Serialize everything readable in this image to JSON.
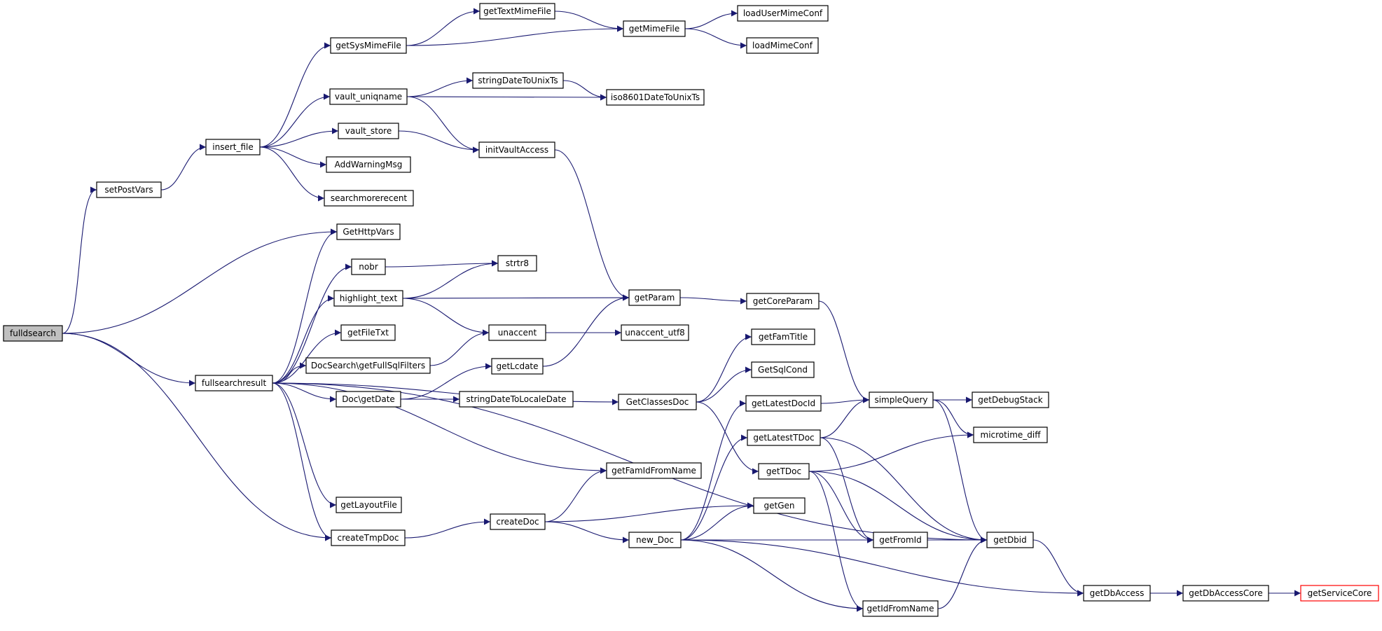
{
  "colors": {
    "edge": "#191970",
    "root_fill": "#bfbfbf",
    "external_border": "#ff0000"
  },
  "nodes": {
    "fulldsearch": "fulldsearch",
    "setPostVars": "setPostVars",
    "insert_file": "insert_file",
    "getSysMimeFile": "getSysMimeFile",
    "getTextMimeFile": "getTextMimeFile",
    "getMimeFile": "getMimeFile",
    "loadUserMimeConf": "loadUserMimeConf",
    "loadMimeConf": "loadMimeConf",
    "vault_uniqname": "vault_uniqname",
    "stringDateToUnixTs": "stringDateToUnixTs",
    "iso8601DateToUnixTs": "iso8601DateToUnixTs",
    "vault_store": "vault_store",
    "initVaultAccess": "initVaultAccess",
    "AddWarningMsg": "AddWarningMsg",
    "searchmorerecent": "searchmorerecent",
    "GetHttpVars": "GetHttpVars",
    "nobr": "nobr",
    "strtr8": "strtr8",
    "highlight_text": "highlight_text",
    "getParam": "getParam",
    "getCoreParam": "getCoreParam",
    "getFileTxt": "getFileTxt",
    "unaccent": "unaccent",
    "unaccent_utf8": "unaccent_utf8",
    "DocSearch_getFullSqlFilters": "DocSearch\\getFullSqlFilters",
    "getLcdate": "getLcdate",
    "fullsearchresult": "fullsearchresult",
    "Doc_getDate": "Doc\\getDate",
    "stringDateToLocaleDate": "stringDateToLocaleDate",
    "getFamTitle": "getFamTitle",
    "GetSqlCond": "GetSqlCond",
    "GetClassesDoc": "GetClassesDoc",
    "getLatestDocId": "getLatestDocId",
    "simpleQuery": "simpleQuery",
    "getDebugStack": "getDebugStack",
    "getLatestTDoc": "getLatestTDoc",
    "microtime_diff": "microtime_diff",
    "getFamIdFromName": "getFamIdFromName",
    "getTDoc": "getTDoc",
    "getLayoutFile": "getLayoutFile",
    "getGen": "getGen",
    "createDoc": "createDoc",
    "createTmpDoc": "createTmpDoc",
    "new_Doc": "new_Doc",
    "getFromId": "getFromId",
    "getDbid": "getDbid",
    "getDbAccess": "getDbAccess",
    "getDbAccessCore": "getDbAccessCore",
    "getServiceCore": "getServiceCore",
    "getIdFromName": "getIdFromName"
  },
  "edges": [
    [
      "fulldsearch",
      "setPostVars"
    ],
    [
      "fulldsearch",
      "GetHttpVars"
    ],
    [
      "fulldsearch",
      "fullsearchresult"
    ],
    [
      "fulldsearch",
      "createTmpDoc"
    ],
    [
      "setPostVars",
      "insert_file"
    ],
    [
      "insert_file",
      "getSysMimeFile"
    ],
    [
      "insert_file",
      "vault_uniqname"
    ],
    [
      "insert_file",
      "vault_store"
    ],
    [
      "insert_file",
      "AddWarningMsg"
    ],
    [
      "insert_file",
      "searchmorerecent"
    ],
    [
      "getSysMimeFile",
      "getTextMimeFile"
    ],
    [
      "getSysMimeFile",
      "getMimeFile"
    ],
    [
      "getTextMimeFile",
      "getMimeFile"
    ],
    [
      "getMimeFile",
      "loadUserMimeConf"
    ],
    [
      "getMimeFile",
      "loadMimeConf"
    ],
    [
      "vault_uniqname",
      "stringDateToUnixTs"
    ],
    [
      "vault_uniqname",
      "iso8601DateToUnixTs"
    ],
    [
      "vault_uniqname",
      "initVaultAccess"
    ],
    [
      "stringDateToUnixTs",
      "iso8601DateToUnixTs"
    ],
    [
      "vault_store",
      "initVaultAccess"
    ],
    [
      "initVaultAccess",
      "getParam"
    ],
    [
      "fullsearchresult",
      "GetHttpVars"
    ],
    [
      "fullsearchresult",
      "nobr"
    ],
    [
      "fullsearchresult",
      "highlight_text"
    ],
    [
      "fullsearchresult",
      "getFileTxt"
    ],
    [
      "fullsearchresult",
      "DocSearch_getFullSqlFilters"
    ],
    [
      "fullsearchresult",
      "Doc_getDate"
    ],
    [
      "fullsearchresult",
      "GetClassesDoc"
    ],
    [
      "fullsearchresult",
      "getFamIdFromName"
    ],
    [
      "fullsearchresult",
      "getLayoutFile"
    ],
    [
      "fullsearchresult",
      "createTmpDoc"
    ],
    [
      "fullsearchresult",
      "getDbid"
    ],
    [
      "nobr",
      "strtr8"
    ],
    [
      "highlight_text",
      "strtr8"
    ],
    [
      "highlight_text",
      "getParam"
    ],
    [
      "highlight_text",
      "unaccent"
    ],
    [
      "DocSearch_getFullSqlFilters",
      "unaccent"
    ],
    [
      "unaccent",
      "unaccent_utf8"
    ],
    [
      "getParam",
      "getCoreParam"
    ],
    [
      "getCoreParam",
      "simpleQuery"
    ],
    [
      "Doc_getDate",
      "getLcdate"
    ],
    [
      "Doc_getDate",
      "stringDateToLocaleDate"
    ],
    [
      "getLcdate",
      "getParam"
    ],
    [
      "GetClassesDoc",
      "getFamTitle"
    ],
    [
      "GetClassesDoc",
      "GetSqlCond"
    ],
    [
      "GetClassesDoc",
      "getTDoc"
    ],
    [
      "getLatestDocId",
      "simpleQuery"
    ],
    [
      "getLatestTDoc",
      "simpleQuery"
    ],
    [
      "getLatestTDoc",
      "getFromId"
    ],
    [
      "getLatestTDoc",
      "getDbid"
    ],
    [
      "simpleQuery",
      "getDebugStack"
    ],
    [
      "simpleQuery",
      "microtime_diff"
    ],
    [
      "simpleQuery",
      "getDbid"
    ],
    [
      "getTDoc",
      "microtime_diff"
    ],
    [
      "getTDoc",
      "getFromId"
    ],
    [
      "getTDoc",
      "getIdFromName"
    ],
    [
      "getTDoc",
      "getDbid"
    ],
    [
      "createTmpDoc",
      "createDoc"
    ],
    [
      "createDoc",
      "getFamIdFromName"
    ],
    [
      "createDoc",
      "getGen"
    ],
    [
      "createDoc",
      "new_Doc"
    ],
    [
      "new_Doc",
      "getLatestDocId"
    ],
    [
      "new_Doc",
      "getLatestTDoc"
    ],
    [
      "new_Doc",
      "getGen"
    ],
    [
      "new_Doc",
      "getFromId"
    ],
    [
      "new_Doc",
      "getIdFromName"
    ],
    [
      "new_Doc",
      "getDbAccess"
    ],
    [
      "getFromId",
      "getDbid"
    ],
    [
      "getIdFromName",
      "getDbid"
    ],
    [
      "getDbid",
      "getDbAccess"
    ],
    [
      "getDbAccess",
      "getDbAccessCore"
    ],
    [
      "getDbAccessCore",
      "getServiceCore"
    ]
  ]
}
